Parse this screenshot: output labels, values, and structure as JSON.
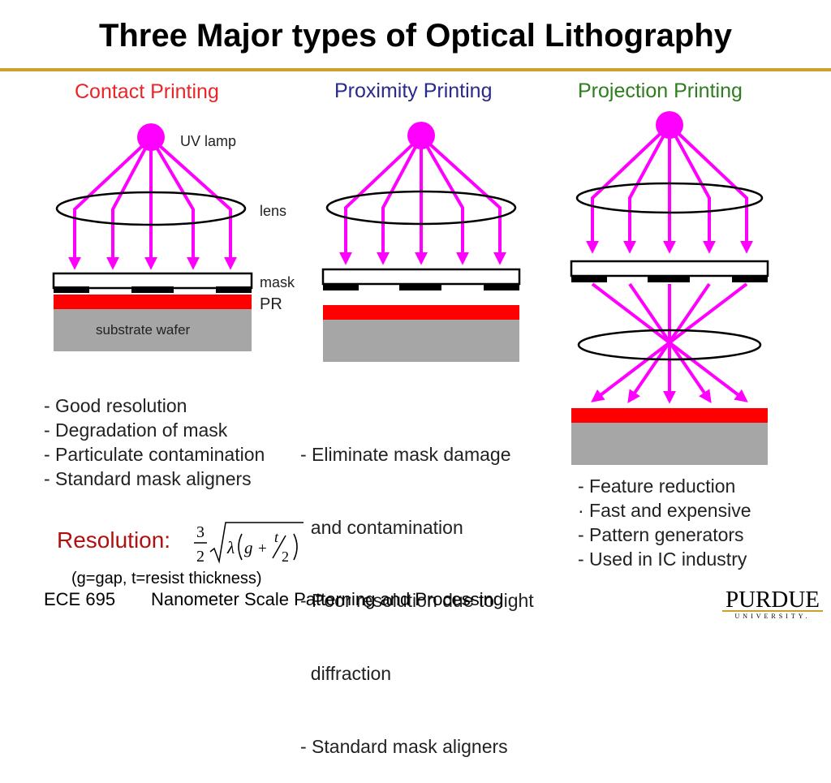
{
  "title": "Three Major types of Optical Lithography",
  "columns": [
    {
      "title": "Contact Printing",
      "title_color": "#E8262A",
      "bullets": [
        "- Good resolution",
        "- Degradation of mask",
        "- Particulate contamination",
        "- Standard mask aligners"
      ]
    },
    {
      "title": "Proximity Printing",
      "title_color": "#2A2A8C",
      "bullets": [
        "- Eliminate mask damage",
        "  and contamination",
        "- Poor resolution due to light",
        "  diffraction",
        "- Standard mask aligners"
      ]
    },
    {
      "title": "Projection Printing",
      "title_color": "#2E7D1E",
      "bullets": [
        "- Feature reduction",
        "· Fast and expensive",
        "- Pattern generators",
        "- Used in IC industry"
      ]
    }
  ],
  "diagram_labels": {
    "uv_lamp": "UV lamp",
    "lens": "lens",
    "mask": "mask",
    "pr": "PR",
    "substrate": "substrate wafer"
  },
  "resolution": {
    "label": "Resolution:",
    "formula": {
      "num": "3",
      "den": "2",
      "lambda": "λ",
      "g": "g",
      "plus": "+",
      "t": "t",
      "two": "2"
    },
    "note": "(g=gap, t=resist thickness)"
  },
  "footer": {
    "course": "ECE 695",
    "subject": "Nanometer Scale Patterning and Processing",
    "logo_main": "PURDUE",
    "logo_sub": "UNIVERSITY."
  },
  "colors": {
    "beam": "#FF00FF",
    "resist": "#FF0000",
    "substrate": "#A6A6A6",
    "mask_chrome": "#000000",
    "title_rule": "#C9A227",
    "resolution": "#B01010"
  }
}
